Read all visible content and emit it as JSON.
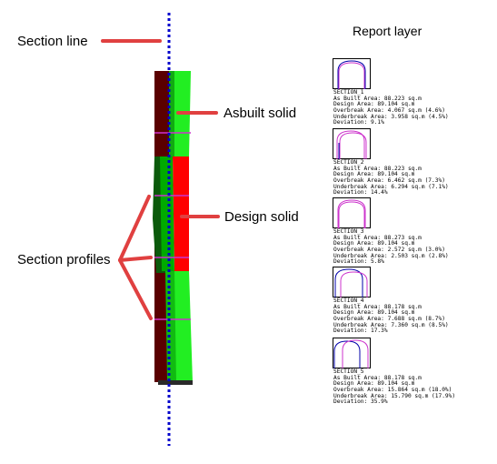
{
  "callouts": {
    "section_line": "Section line",
    "asbuilt_solid": "Asbuilt solid",
    "design_solid": "Design solid",
    "section_profiles": "Section profiles"
  },
  "report": {
    "title": "Report layer",
    "sections": [
      {
        "name": "SECTION_1",
        "lines": [
          "As Built Area: 88.223 sq.m",
          "Design Area: 89.104 sq.m",
          "Overbreak Area: 4.067 sq.m (4.6%)",
          "Underbreak Area: 3.958 sq.m (4.5%)",
          "Deviation: 9.1%"
        ]
      },
      {
        "name": "SECTION_2",
        "lines": [
          "As Built Area: 88.223 sq.m",
          "Design Area: 89.104 sq.m",
          "Overbreak Area: 6.462 sq.m (7.3%)",
          "Underbreak Area: 6.294 sq.m (7.1%)",
          "Deviation: 14.4%"
        ]
      },
      {
        "name": "SECTION_3",
        "lines": [
          "As Built Area: 88.273 sq.m",
          "Design Area: 89.104 sq.m",
          "Overbreak Area: 2.572 sq.m (3.0%)",
          "Underbreak Area: 2.503 sq.m (2.8%)",
          "Deviation: 5.8%"
        ]
      },
      {
        "name": "SECTION_4",
        "lines": [
          "As Built Area: 88.178 sq.m",
          "Design Area: 89.104 sq.m",
          "Overbreak Area: 7.688 sq.m (8.7%)",
          "Underbreak Area: 7.360 sq.m (8.5%)",
          "Deviation: 17.3%"
        ]
      },
      {
        "name": "SECTION_5",
        "lines": [
          "As Built Area: 88.178 sq.m",
          "Design Area: 89.104 sq.m",
          "Overbreak Area: 15.864 sq.m (18.0%)",
          "Underbreak Area: 15.790 sq.m (17.9%)",
          "Deviation: 35.9%"
        ]
      }
    ]
  },
  "colors": {
    "design_solid_dark": "#5a0000",
    "design_solid_bright": "#ff0000",
    "asbuilt_bright": "#22ee22",
    "asbuilt_dark": "#006600",
    "section_line": "#0000cc",
    "callout_line": "#e04040",
    "profile_line": "#cc33cc",
    "profile_blue": "#0000aa"
  }
}
